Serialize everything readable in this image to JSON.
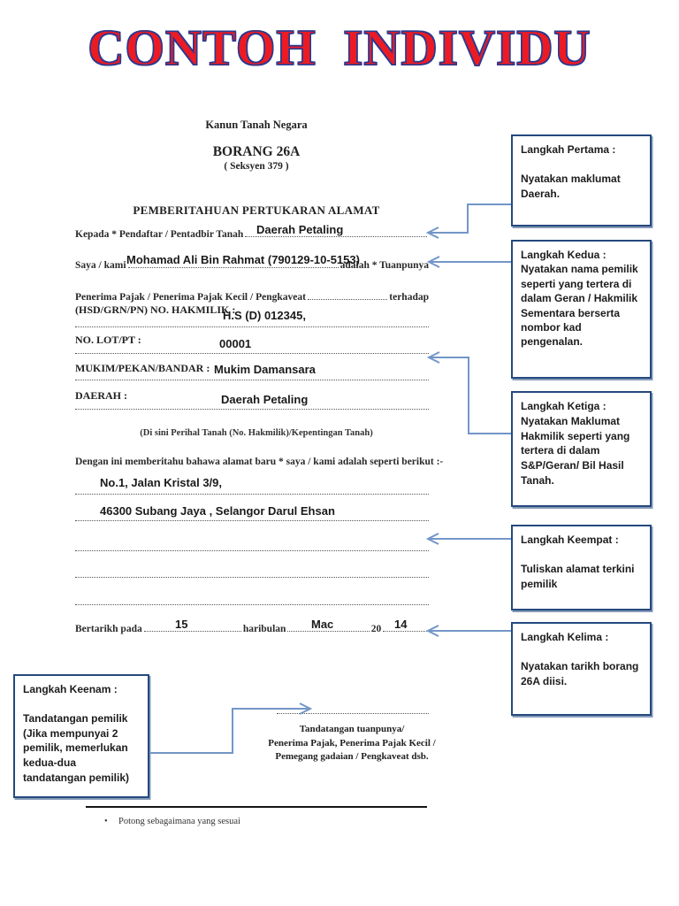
{
  "page_title": "CONTOH  INDIVIDU",
  "form": {
    "header": {
      "law": "Kanun Tanah Negara",
      "form_no": "BORANG 26A",
      "section": "( Seksyen 379 )",
      "doc_title": "PEMBERITAHUAN PERTUKARAN ALAMAT"
    },
    "fields": {
      "kepada_label": "Kepada * Pendaftar / Pentadbir Tanah",
      "kepada_value": "Daerah Petaling",
      "saya_label": "Saya / kami",
      "saya_suffix": "adalah * Tuanpunya",
      "saya_value": "Mohamad Ali Bin Rahmat (790129-10-5153)",
      "penerima_label": "Penerima Pajak / Penerima Pajak Kecil / Pengkaveat",
      "penerima_suffix": "terhadap",
      "hakmilik_label": "(HSD/GRN/PN) NO. HAKMILIK :",
      "hakmilik_value": "H.S (D) 012345,",
      "lot_label": "NO. LOT/PT :",
      "lot_value": "00001",
      "mukim_label": "MUKIM/PEKAN/BANDAR :",
      "mukim_value": "Mukim Damansara",
      "daerah_label": "DAERAH :",
      "daerah_value": "Daerah Petaling",
      "perihal_note": "(Di sini Perihal Tanah (No. Hakmilik)/Kepentingan Tanah)",
      "alamat_intro": "Dengan ini memberitahu bahawa alamat baru * saya / kami adalah seperti berikut :-",
      "alamat_line1": "No.1, Jalan Kristal 3/9,",
      "alamat_line2": "46300 Subang Jaya , Selangor Darul Ehsan",
      "tarikh_label": "Bertarikh pada",
      "tarikh_day": "15",
      "haribulan_label": "haribulan",
      "tarikh_month": "Mac",
      "year_prefix": "20",
      "tarikh_year": "14"
    },
    "signature": {
      "line1": "Tandatangan tuanpunya/",
      "line2": "Penerima Pajak, Penerima Pajak Kecil /",
      "line3": "Pemegang gadaian / Pengkaveat dsb."
    },
    "footnote": "Potong sebagaimana yang sesuai"
  },
  "callouts": [
    {
      "title": "Langkah Pertama :",
      "body": "Nyatakan maklumat Daerah."
    },
    {
      "title": "Langkah Kedua :",
      "body": "Nyatakan nama pemilik seperti yang tertera di dalam Geran / Hakmilik Sementara berserta nombor kad pengenalan."
    },
    {
      "title": "Langkah Ketiga :",
      "body": "Nyatakan Maklumat Hakmilik seperti yang tertera di dalam S&P/Geran/ Bil Hasil Tanah."
    },
    {
      "title": "Langkah Keempat :",
      "body": "Tuliskan alamat terkini pemilik"
    },
    {
      "title": "Langkah Kelima :",
      "body": "Nyatakan tarikh borang 26A diisi."
    },
    {
      "title": "Langkah Keenam :",
      "body": "Tandatangan pemilik (Jika mempunyai 2 pemilik, memerlukan kedua-dua tandatangan pemilik)"
    }
  ],
  "colors": {
    "title_red": "#ec1b23",
    "title_outline": "#2b3990",
    "box_border": "#24497e",
    "arrow": "#7396c8"
  }
}
